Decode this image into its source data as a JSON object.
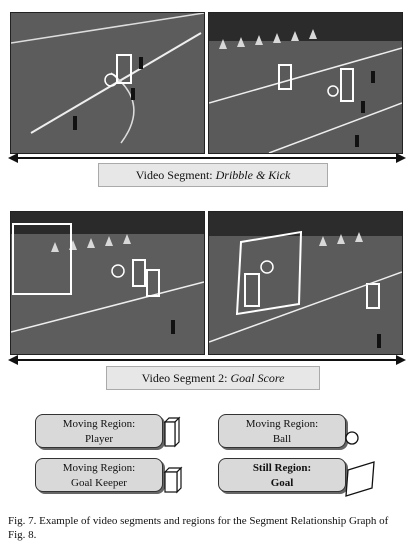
{
  "segments": [
    {
      "prefix": "Video Segment: ",
      "name": "Dribble & Kick"
    },
    {
      "prefix": "Video Segment 2: ",
      "name": "Goal Score"
    }
  ],
  "legend": [
    {
      "title": "Moving Region:",
      "value": "Player",
      "icon": "player-cuboid-icon"
    },
    {
      "title": "Moving Region:",
      "value": "Ball",
      "icon": "ball-circle-icon"
    },
    {
      "title": "Moving Region:",
      "value": "Goal Keeper",
      "icon": "keeper-cuboid-icon"
    },
    {
      "title": "Still Region:",
      "value": "Goal",
      "icon": "goal-parallelogram-icon"
    }
  ],
  "caption": "Fig. 7.    Example of video segments and regions for the Segment Relationship Graph of Fig. 8.",
  "colors": {
    "field": "#5a5a5a",
    "lines": "#f2f2f2",
    "label_bg": "#e7e7e7",
    "box_bg": "#d9d9d9"
  }
}
